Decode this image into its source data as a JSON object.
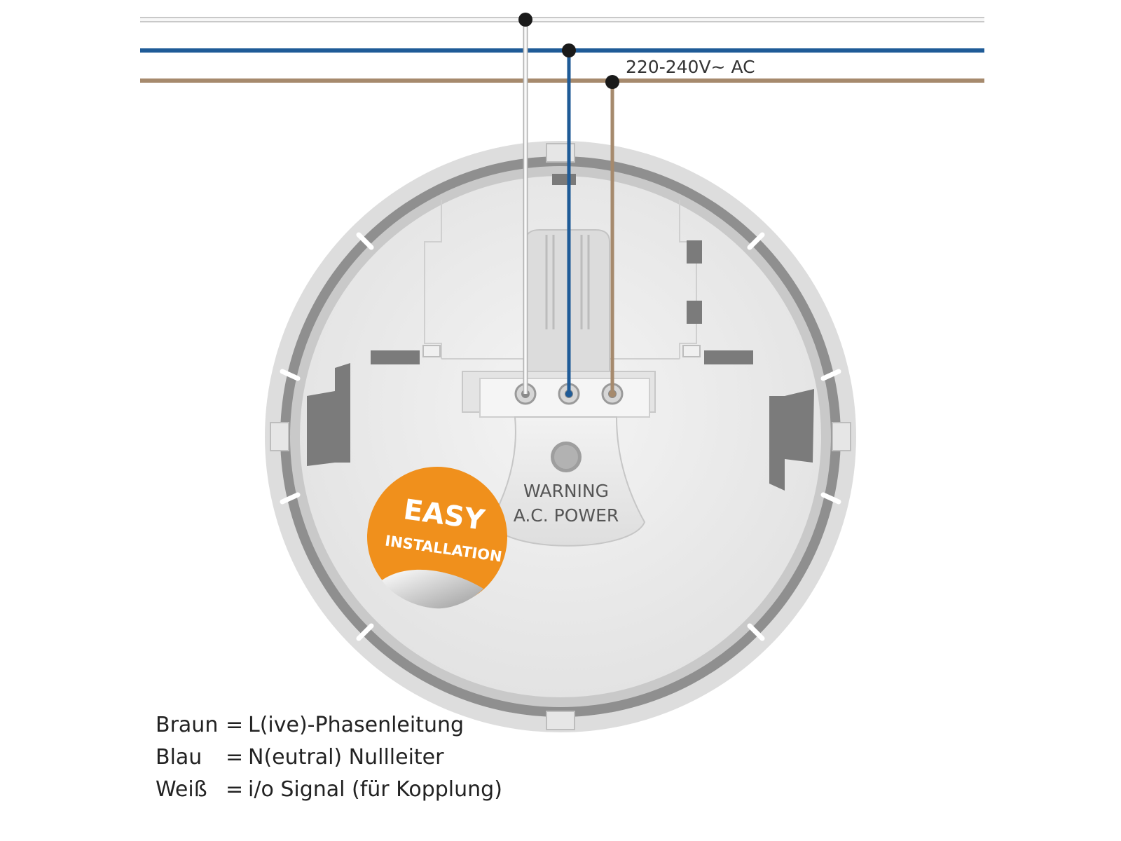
{
  "voltage_label": "220-240V~ AC",
  "terminal_label": {
    "line1": "WARNING",
    "line2": "A.C. POWER"
  },
  "badge": {
    "line1": "EASY",
    "line2": "INSTALLATION",
    "color": "#f0901c"
  },
  "wires": {
    "white": "#e8e8e8",
    "blue": "#1f5b97",
    "brown": "#a68a6d"
  },
  "legend": [
    {
      "color_name": "Braun",
      "equals": "=",
      "meaning": "L(ive)-Phasenleitung"
    },
    {
      "color_name": "Blau",
      "equals": "=",
      "meaning": "N(eutral) Nullleiter"
    },
    {
      "color_name": "Weiß",
      "equals": "=",
      "meaning": "i/o Signal (für Kopplung)"
    }
  ]
}
